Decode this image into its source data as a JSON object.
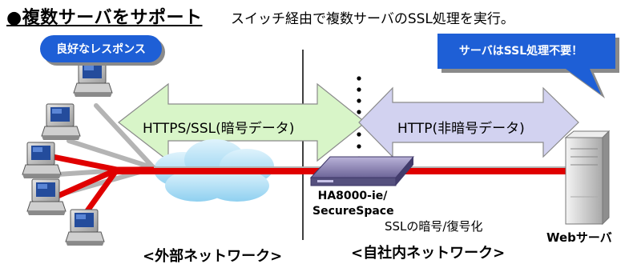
{
  "heading": "●複数サーバをサポート",
  "subtitle": "スイッチ経由で複数サーバのSSL処理を実行。",
  "good_response_badge": "良好なレスポンス",
  "callout": "サーバはSSL処理不要！",
  "https_label": "HTTPS/SSL(暗号データ)",
  "http_label": "HTTP(非暗号データ)",
  "device": {
    "line1": "HA8000-ie/",
    "line2": "SecureSpace"
  },
  "ssl_label": "SSLの暗号/復号化",
  "web_server_label": "Webサーバ",
  "external_network_label": "<外部ネットワーク>",
  "internal_network_label": "<自社内ネットワーク>",
  "colors": {
    "badge_blue": "#1e5fd6",
    "link_red": "#e00000",
    "link_gray": "#b4b4b4",
    "https_arrow_green": "#d8f5c8",
    "http_arrow_lavender": "#d2d2f0",
    "cloud_blue": "#a8dcf5"
  }
}
